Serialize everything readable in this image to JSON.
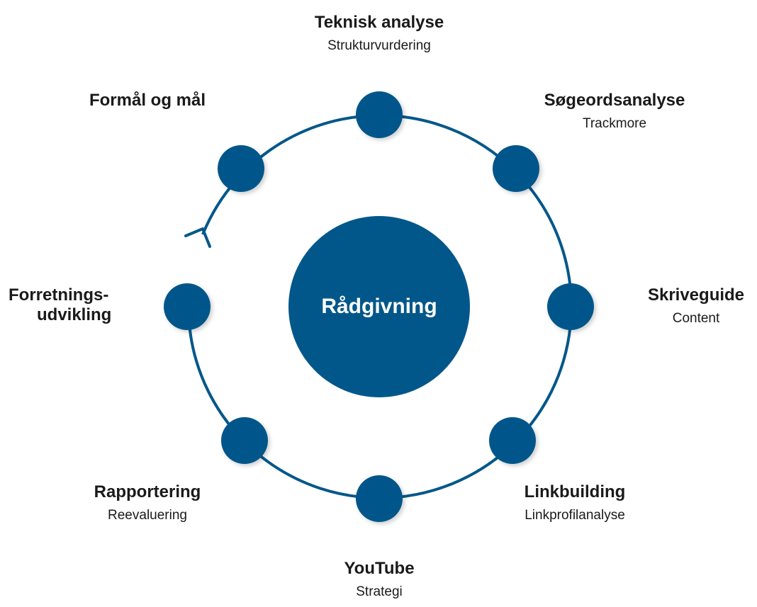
{
  "center": {
    "label": "Rådgivning"
  },
  "steps": [
    {
      "title": "Teknisk analyse",
      "subtitle": "Strukturvurdering"
    },
    {
      "title": "Søgeordsanalyse",
      "subtitle": "Trackmore"
    },
    {
      "title": "Skriveguide",
      "subtitle": "Content"
    },
    {
      "title": "Linkbuilding",
      "subtitle": "Linkprofilanalyse"
    },
    {
      "title": "YouTube",
      "subtitle": "Strategi"
    },
    {
      "title": "Rapportering",
      "subtitle": "Reevaluering"
    },
    {
      "title_line1": "Forretnings-",
      "title_line2": "udvikling"
    },
    {
      "title": "Formål og mål"
    }
  ],
  "colors": {
    "primary": "#02578a",
    "text": "#1a1a1a",
    "center_text": "#ffffff"
  }
}
